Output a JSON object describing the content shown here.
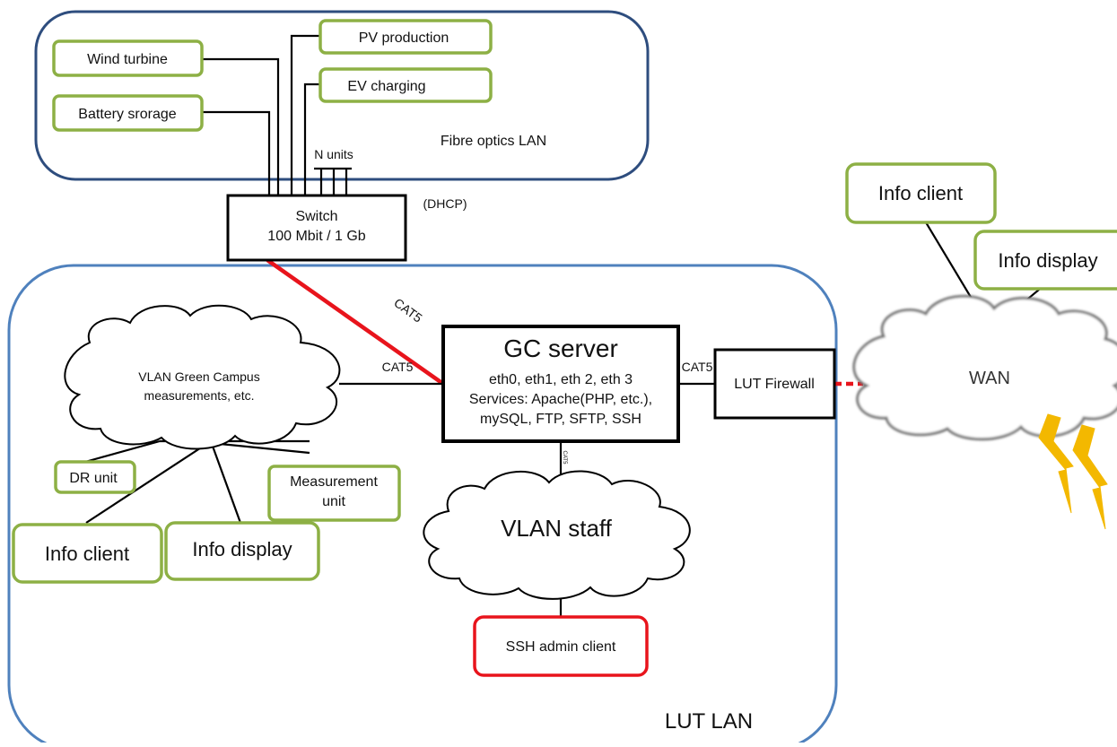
{
  "regions": {
    "fibre_lan": "Fibre optics LAN",
    "lut_lan": "LUT LAN"
  },
  "devices": {
    "wind_turbine": "Wind turbine",
    "pv_production": "PV production",
    "ev_charging": "EV charging",
    "battery_storage": "Battery srorage",
    "n_units": "N units"
  },
  "switch": {
    "line1": "Switch",
    "line2": "100 Mbit / 1 Gb",
    "dhcp": "(DHCP)"
  },
  "links": {
    "cat5_switch": "CAT5",
    "cat5_vlan": "CAT5",
    "cat5_firewall": "CAT5",
    "cat5_staff": "CAT5"
  },
  "server": {
    "title": "GC server",
    "line1": "eth0, eth1, eth 2, eth 3",
    "line2": "Services: Apache(PHP, etc.),",
    "line3": "mySQL, FTP, SFTP, SSH"
  },
  "firewall": "LUT Firewall",
  "vlan_green": {
    "line1": "VLAN Green Campus",
    "line2": "measurements, etc."
  },
  "vlan_staff": "VLAN staff",
  "wan": "WAN",
  "local_nodes": {
    "dr_unit": "DR unit",
    "measurement_line1": "Measurement",
    "measurement_line2": "unit",
    "info_client": "Info client",
    "info_display": "Info display"
  },
  "ssh_admin": "SSH admin client",
  "remote_nodes": {
    "info_client": "Info client",
    "info_display": "Info display"
  },
  "colors": {
    "device_border": "#8db045",
    "region_fibre": "#2e4d7e",
    "region_lut": "#4f81bd",
    "red_link": "#e8141c",
    "lightning": "#f3b800"
  }
}
